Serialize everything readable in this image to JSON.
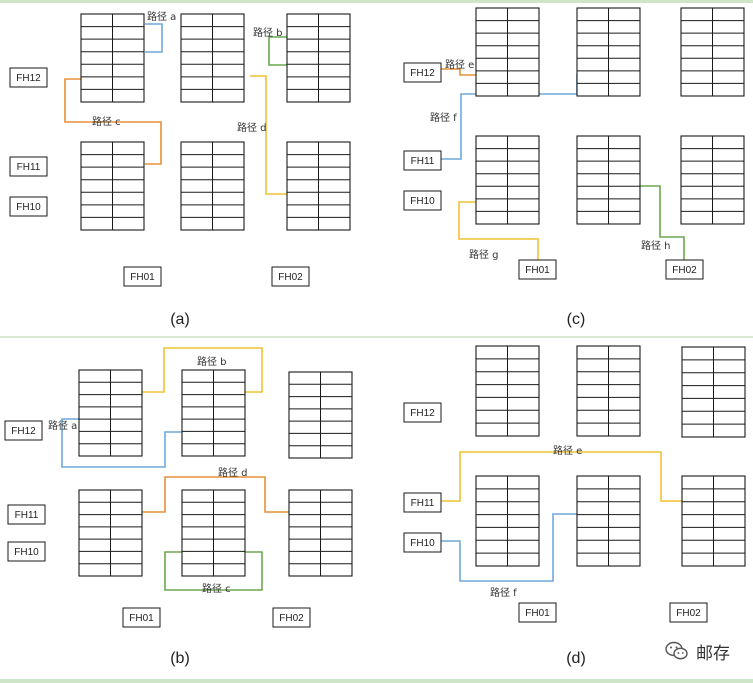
{
  "colors": {
    "line": "#1a1a1a",
    "blue": "#6fa8dc",
    "orange": "#e69138",
    "green": "#6aa84f",
    "yellow": "#f1c232"
  },
  "watermark": {
    "text": "邮存",
    "icon": "wechat-icon"
  },
  "panels": [
    {
      "id": "a",
      "caption": "(a)",
      "labels": [
        "FH12",
        "FH11",
        "FH10",
        "FH01",
        "FH02"
      ],
      "paths": [
        {
          "name": "路径 a",
          "color": "blue"
        },
        {
          "name": "路径 b",
          "color": "green"
        },
        {
          "name": "路径 c",
          "color": "orange"
        },
        {
          "name": "路径 d",
          "color": "yellow"
        }
      ]
    },
    {
      "id": "c",
      "caption": "(c)",
      "labels": [
        "FH12",
        "FH11",
        "FH10",
        "FH01",
        "FH02"
      ],
      "paths": [
        {
          "name": "路径 e",
          "color": "orange"
        },
        {
          "name": "路径 f",
          "color": "blue"
        },
        {
          "name": "路径 g",
          "color": "yellow"
        },
        {
          "name": "路径 h",
          "color": "green"
        }
      ]
    },
    {
      "id": "b",
      "caption": "(b)",
      "labels": [
        "FH12",
        "FH11",
        "FH10",
        "FH01",
        "FH02"
      ],
      "paths": [
        {
          "name": "路径 a",
          "color": "blue"
        },
        {
          "name": "路径 b",
          "color": "yellow"
        },
        {
          "name": "路径 c",
          "color": "green"
        },
        {
          "name": "路径 d",
          "color": "orange"
        }
      ]
    },
    {
      "id": "d",
      "caption": "(d)",
      "labels": [
        "FH12",
        "FH11",
        "FH10",
        "FH01",
        "FH02"
      ],
      "paths": [
        {
          "name": "路径 e",
          "color": "yellow"
        },
        {
          "name": "路径 f",
          "color": "blue"
        }
      ]
    }
  ]
}
